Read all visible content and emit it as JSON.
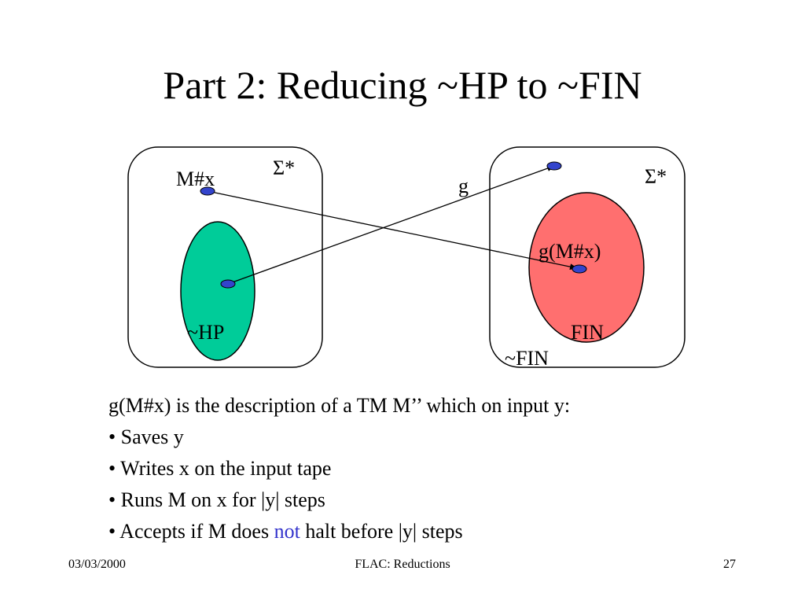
{
  "slide": {
    "title": "Part 2: Reducing ~HP to ~FIN"
  },
  "diagram": {
    "left_universe_label": "Σ*",
    "right_universe_label": "Σ*",
    "hp_set_label": "~HP",
    "fin_set_label": "FIN",
    "nfin_set_label": "~FIN",
    "point_mx_label": "M#x",
    "point_gmx_label": "g(M#x)",
    "mapping_label": "g",
    "colors": {
      "hp_fill": "#00cc99",
      "fin_fill": "#ff6f6f",
      "point_fill": "#3344cc",
      "outline": "#000000"
    }
  },
  "description": {
    "intro": "g(M#x) is the description of a TM M’’ which on input y:",
    "bullets": [
      "• Saves y",
      "• Writes x on the input tape",
      "• Runs M on x for |y| steps"
    ],
    "last_bullet_prefix": "• Accepts if M does ",
    "last_bullet_highlight": "not",
    "last_bullet_suffix": " halt before |y| steps",
    "highlight_color": "#3333cc"
  },
  "footer": {
    "date": "03/03/2000",
    "title": "FLAC: Reductions",
    "page": "27"
  }
}
